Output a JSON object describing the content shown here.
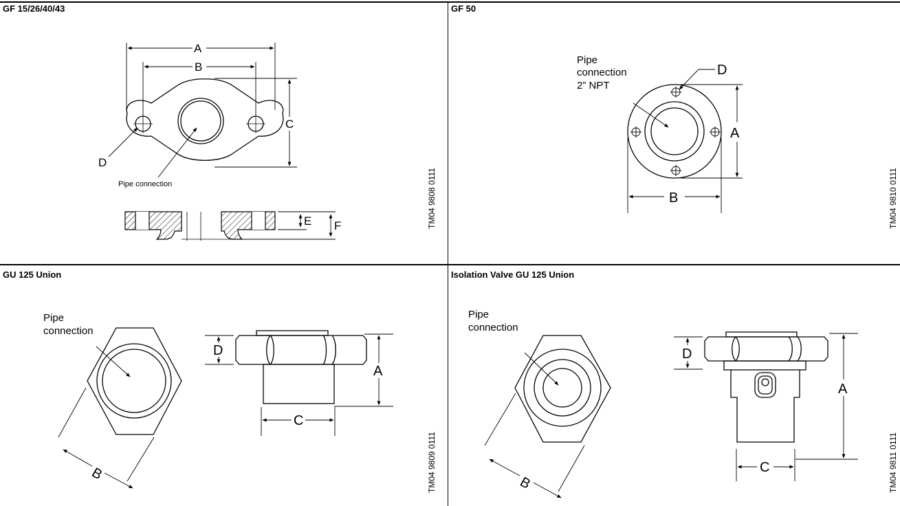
{
  "panels": {
    "gf": {
      "title": "GF 15/26/40/43",
      "dims": {
        "a": "A",
        "b": "B",
        "c": "C",
        "d": "D",
        "e": "E",
        "f": "F"
      },
      "pipe_label": "Pipe connection",
      "drawing_number": "TM04 9808 0111"
    },
    "gf50": {
      "title": "GF 50",
      "dims": {
        "a": "A",
        "b": "B",
        "d": "D"
      },
      "pipe_label_lines": [
        "Pipe",
        "connection",
        "2” NPT"
      ],
      "drawing_number": "TM04 9810 0111"
    },
    "gu125": {
      "title": "GU 125 Union",
      "dims": {
        "a": "A",
        "b": "B",
        "c": "C",
        "d": "D"
      },
      "pipe_label_lines": [
        "Pipe",
        "connection"
      ],
      "drawing_number": "TM04 9809 0111"
    },
    "iso": {
      "title": "Isolation Valve GU 125 Union",
      "dims": {
        "a": "A",
        "b": "B",
        "c": "C",
        "d": "D"
      },
      "pipe_label_lines": [
        "Pipe",
        "connection"
      ],
      "drawing_number": "TM04 9811 0111"
    }
  }
}
